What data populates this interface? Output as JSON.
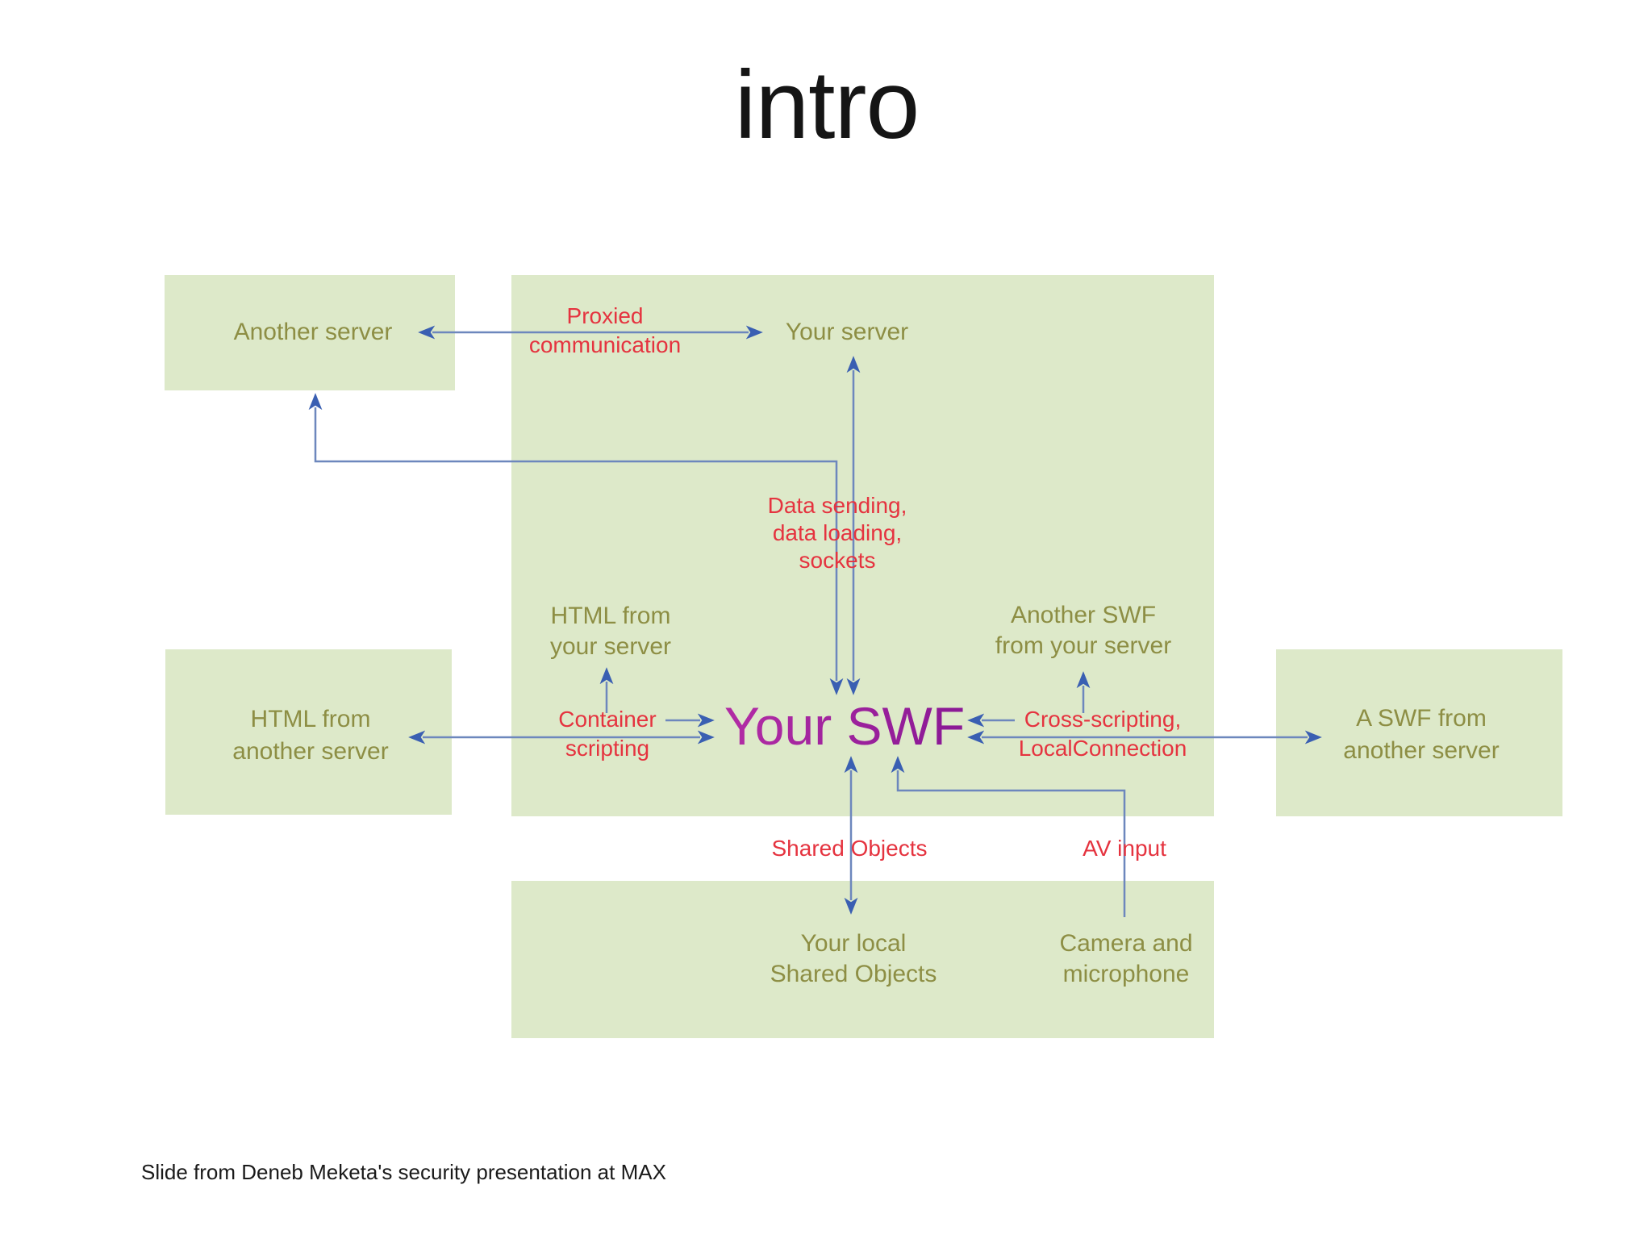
{
  "title": "intro",
  "footer": "Slide from Deneb Meketa's security presentation at MAX",
  "colors": {
    "box_green": "#dde9c9",
    "node_text_olive": "#8d8e44",
    "edge_label_red": "#e5333f",
    "edge_line_blue": "#6d87bd",
    "arrowhead_blue": "#3a5fb2",
    "swf_purple": "#9c1f9c",
    "background": "#ffffff"
  },
  "nodes": {
    "another_server": "Another server",
    "your_server": "Your server",
    "html_from_your_server": "HTML from\nyour server",
    "another_swf_from_your_server": "Another SWF\nfrom your server",
    "html_from_another_server": "HTML from\nanother server",
    "your_swf": "Your SWF",
    "a_swf_from_another_server": "A SWF from\nanother server",
    "your_local_shared_objects": "Your local\nShared Objects",
    "camera_and_microphone": "Camera and\nmicrophone"
  },
  "edge_labels": {
    "proxied_communication": "Proxied\ncommunication",
    "data_sending": "Data sending,\ndata loading,\nsockets",
    "container_scripting": "Container\nscripting",
    "cross_scripting": "Cross-scripting,\nLocalConnection",
    "shared_objects": "Shared Objects",
    "av_input": "AV input"
  }
}
